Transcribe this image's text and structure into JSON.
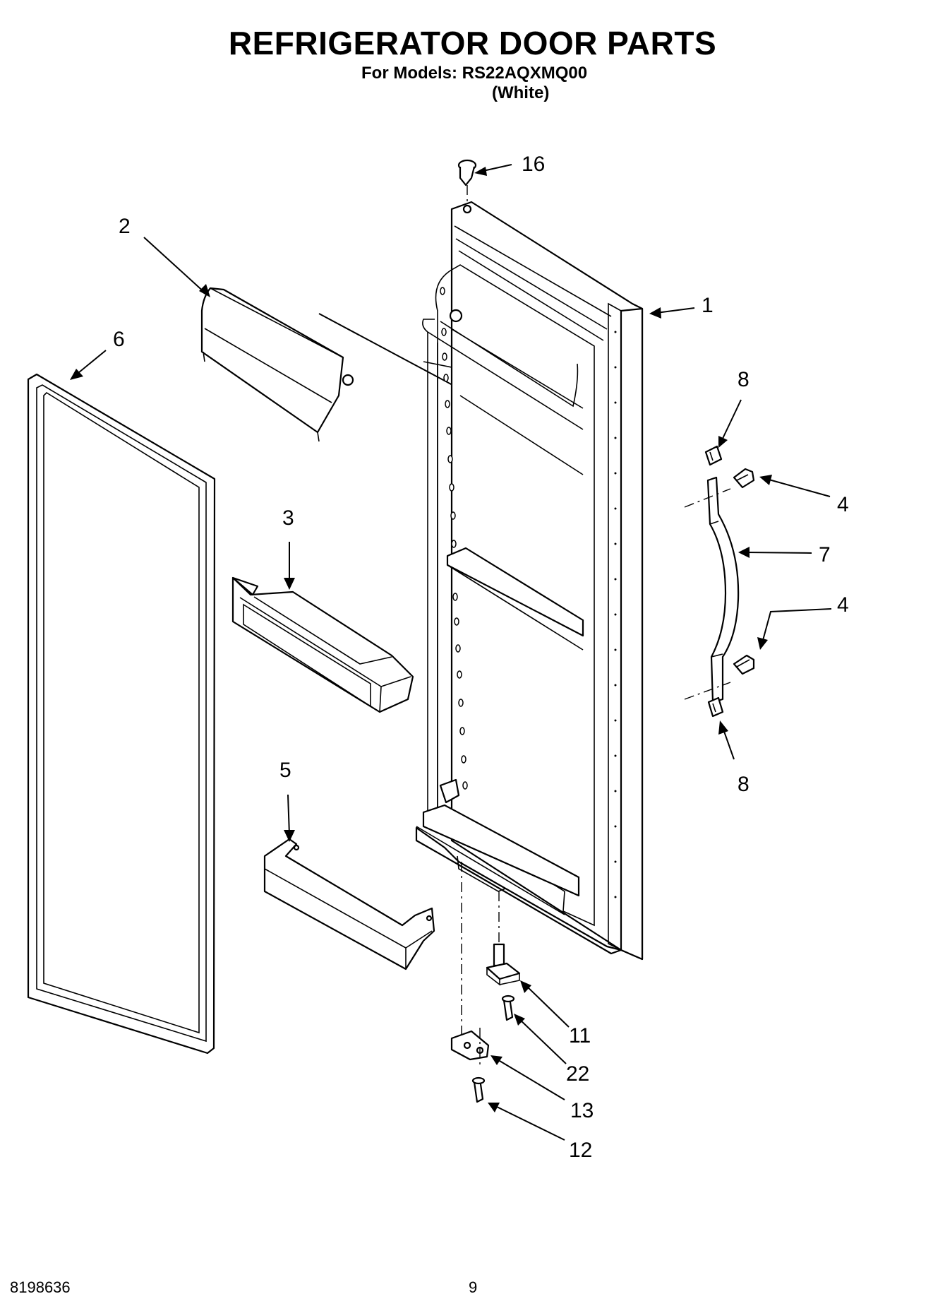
{
  "header": {
    "title": "REFRIGERATOR DOOR PARTS",
    "models_line": "For Models: RS22AQXMQ00",
    "color_line": "(White)"
  },
  "callouts": [
    "16",
    "2",
    "1",
    "6",
    "8",
    "4",
    "7",
    "3",
    "4",
    "5",
    "8",
    "11",
    "22",
    "13",
    "12"
  ],
  "footer": {
    "doc_number": "8198636",
    "page_number": "9"
  }
}
